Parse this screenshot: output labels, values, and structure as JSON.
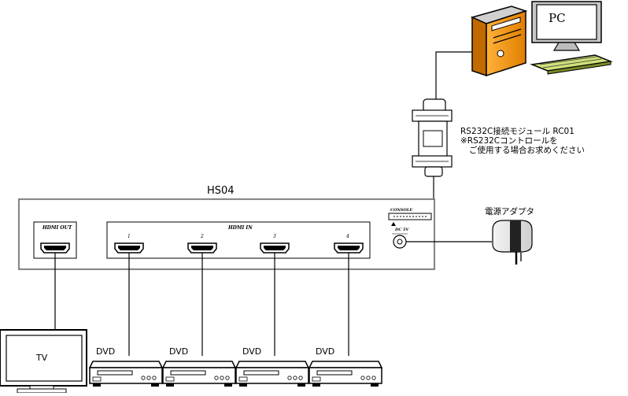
{
  "pc_label": "PC",
  "rs232c_note": {
    "line1": "RS232C接続モジュール RC01",
    "line2": "※RS232Cコントロールを",
    "line3": "ご使用する場合お求めください"
  },
  "device_label": "HS04",
  "console_label": "CONSOLE",
  "dc_label": "DC 5V",
  "hdmi_out_label": "HDMI OUT",
  "hdmi_in_label": "HDMI IN",
  "hdmi_in_ports": [
    "1",
    "2",
    "3",
    "4"
  ],
  "power_adapter_label": "電源アダプタ",
  "tv_label": "TV",
  "dvd_labels": [
    "DVD",
    "DVD",
    "DVD",
    "DVD"
  ],
  "colors": {
    "pc_tower": "#f5a623",
    "line": "#000000",
    "device_fill": "#ffffff"
  }
}
